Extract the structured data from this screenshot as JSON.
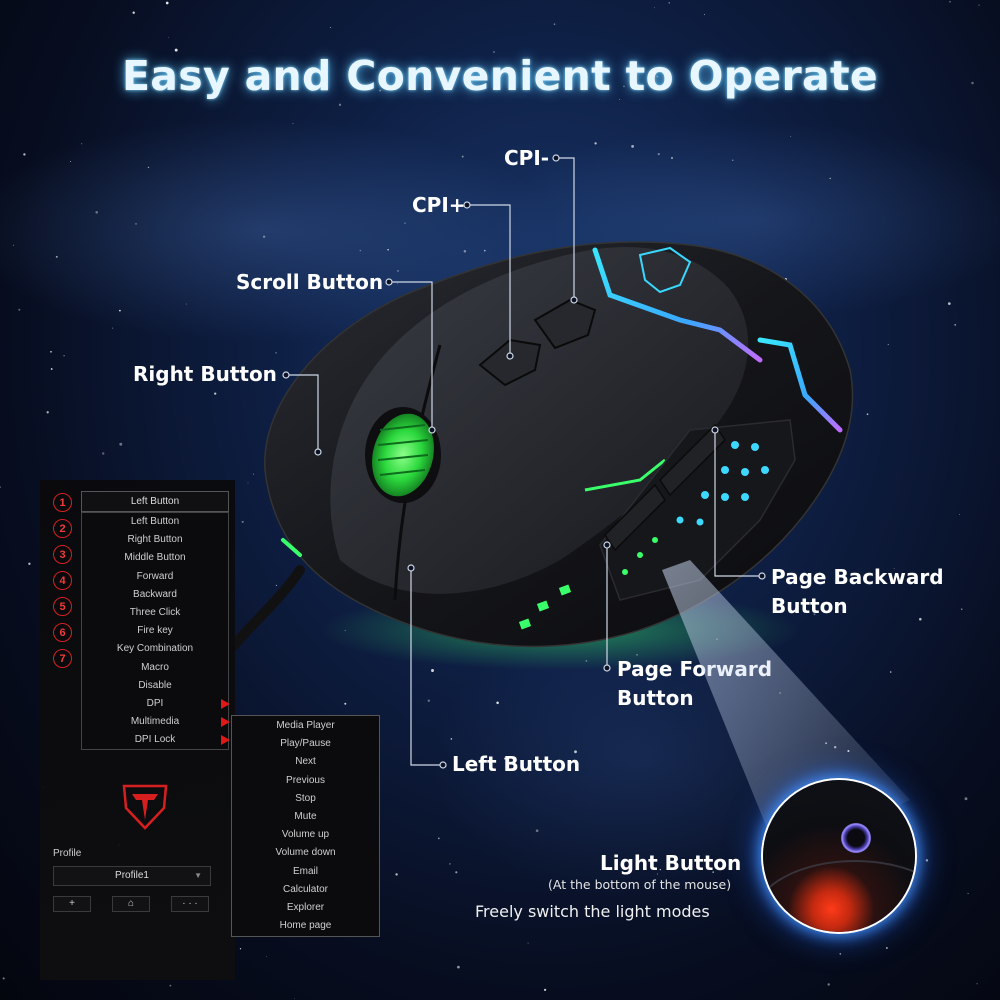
{
  "title": "Easy and Convenient to Operate",
  "callouts": {
    "cpi_minus": "CPI-",
    "cpi_plus": "CPI+",
    "scroll_button": "Scroll Button",
    "right_button": "Right Button",
    "page_backward_line1": "Page Backward",
    "page_backward_line2": "Button",
    "page_forward_line1": "Page Forward",
    "page_forward_line2": "Button",
    "left_button": "Left Button"
  },
  "software": {
    "numbers": [
      "1",
      "2",
      "3",
      "4",
      "5",
      "6",
      "7"
    ],
    "dropdown_selected": "Left Button",
    "menu_items": [
      {
        "label": "Left Button",
        "has_submenu": false
      },
      {
        "label": "Right Button",
        "has_submenu": false
      },
      {
        "label": "Middle Button",
        "has_submenu": false
      },
      {
        "label": "Forward",
        "has_submenu": false
      },
      {
        "label": "Backward",
        "has_submenu": false
      },
      {
        "label": "Three Click",
        "has_submenu": false
      },
      {
        "label": "Fire key",
        "has_submenu": false
      },
      {
        "label": "Key Combination",
        "has_submenu": false
      },
      {
        "label": "Macro",
        "has_submenu": false
      },
      {
        "label": "Disable",
        "has_submenu": false
      },
      {
        "label": "DPI",
        "has_submenu": true
      },
      {
        "label": "Multimedia",
        "has_submenu": true
      },
      {
        "label": "DPI Lock",
        "has_submenu": true
      }
    ],
    "submenu_items": [
      "Media Player",
      "Play/Pause",
      "Next",
      "Previous",
      "Stop",
      "Mute",
      "Volume up",
      "Volume down",
      "Email",
      "Calculator",
      "Explorer",
      "Home page"
    ],
    "profile_label": "Profile",
    "profile_value": "Profile1",
    "profile_buttons": [
      "+",
      "⌂",
      "· · ·"
    ]
  },
  "light": {
    "title": "Light Button",
    "subtitle": "(At the bottom of the mouse)",
    "description": "Freely switch the light modes"
  },
  "colors": {
    "title_glow": "#5ac8ff",
    "accent_red": "#e01818",
    "rgb_green": "#39ff6a",
    "rgb_cyan": "#39d8ff"
  }
}
